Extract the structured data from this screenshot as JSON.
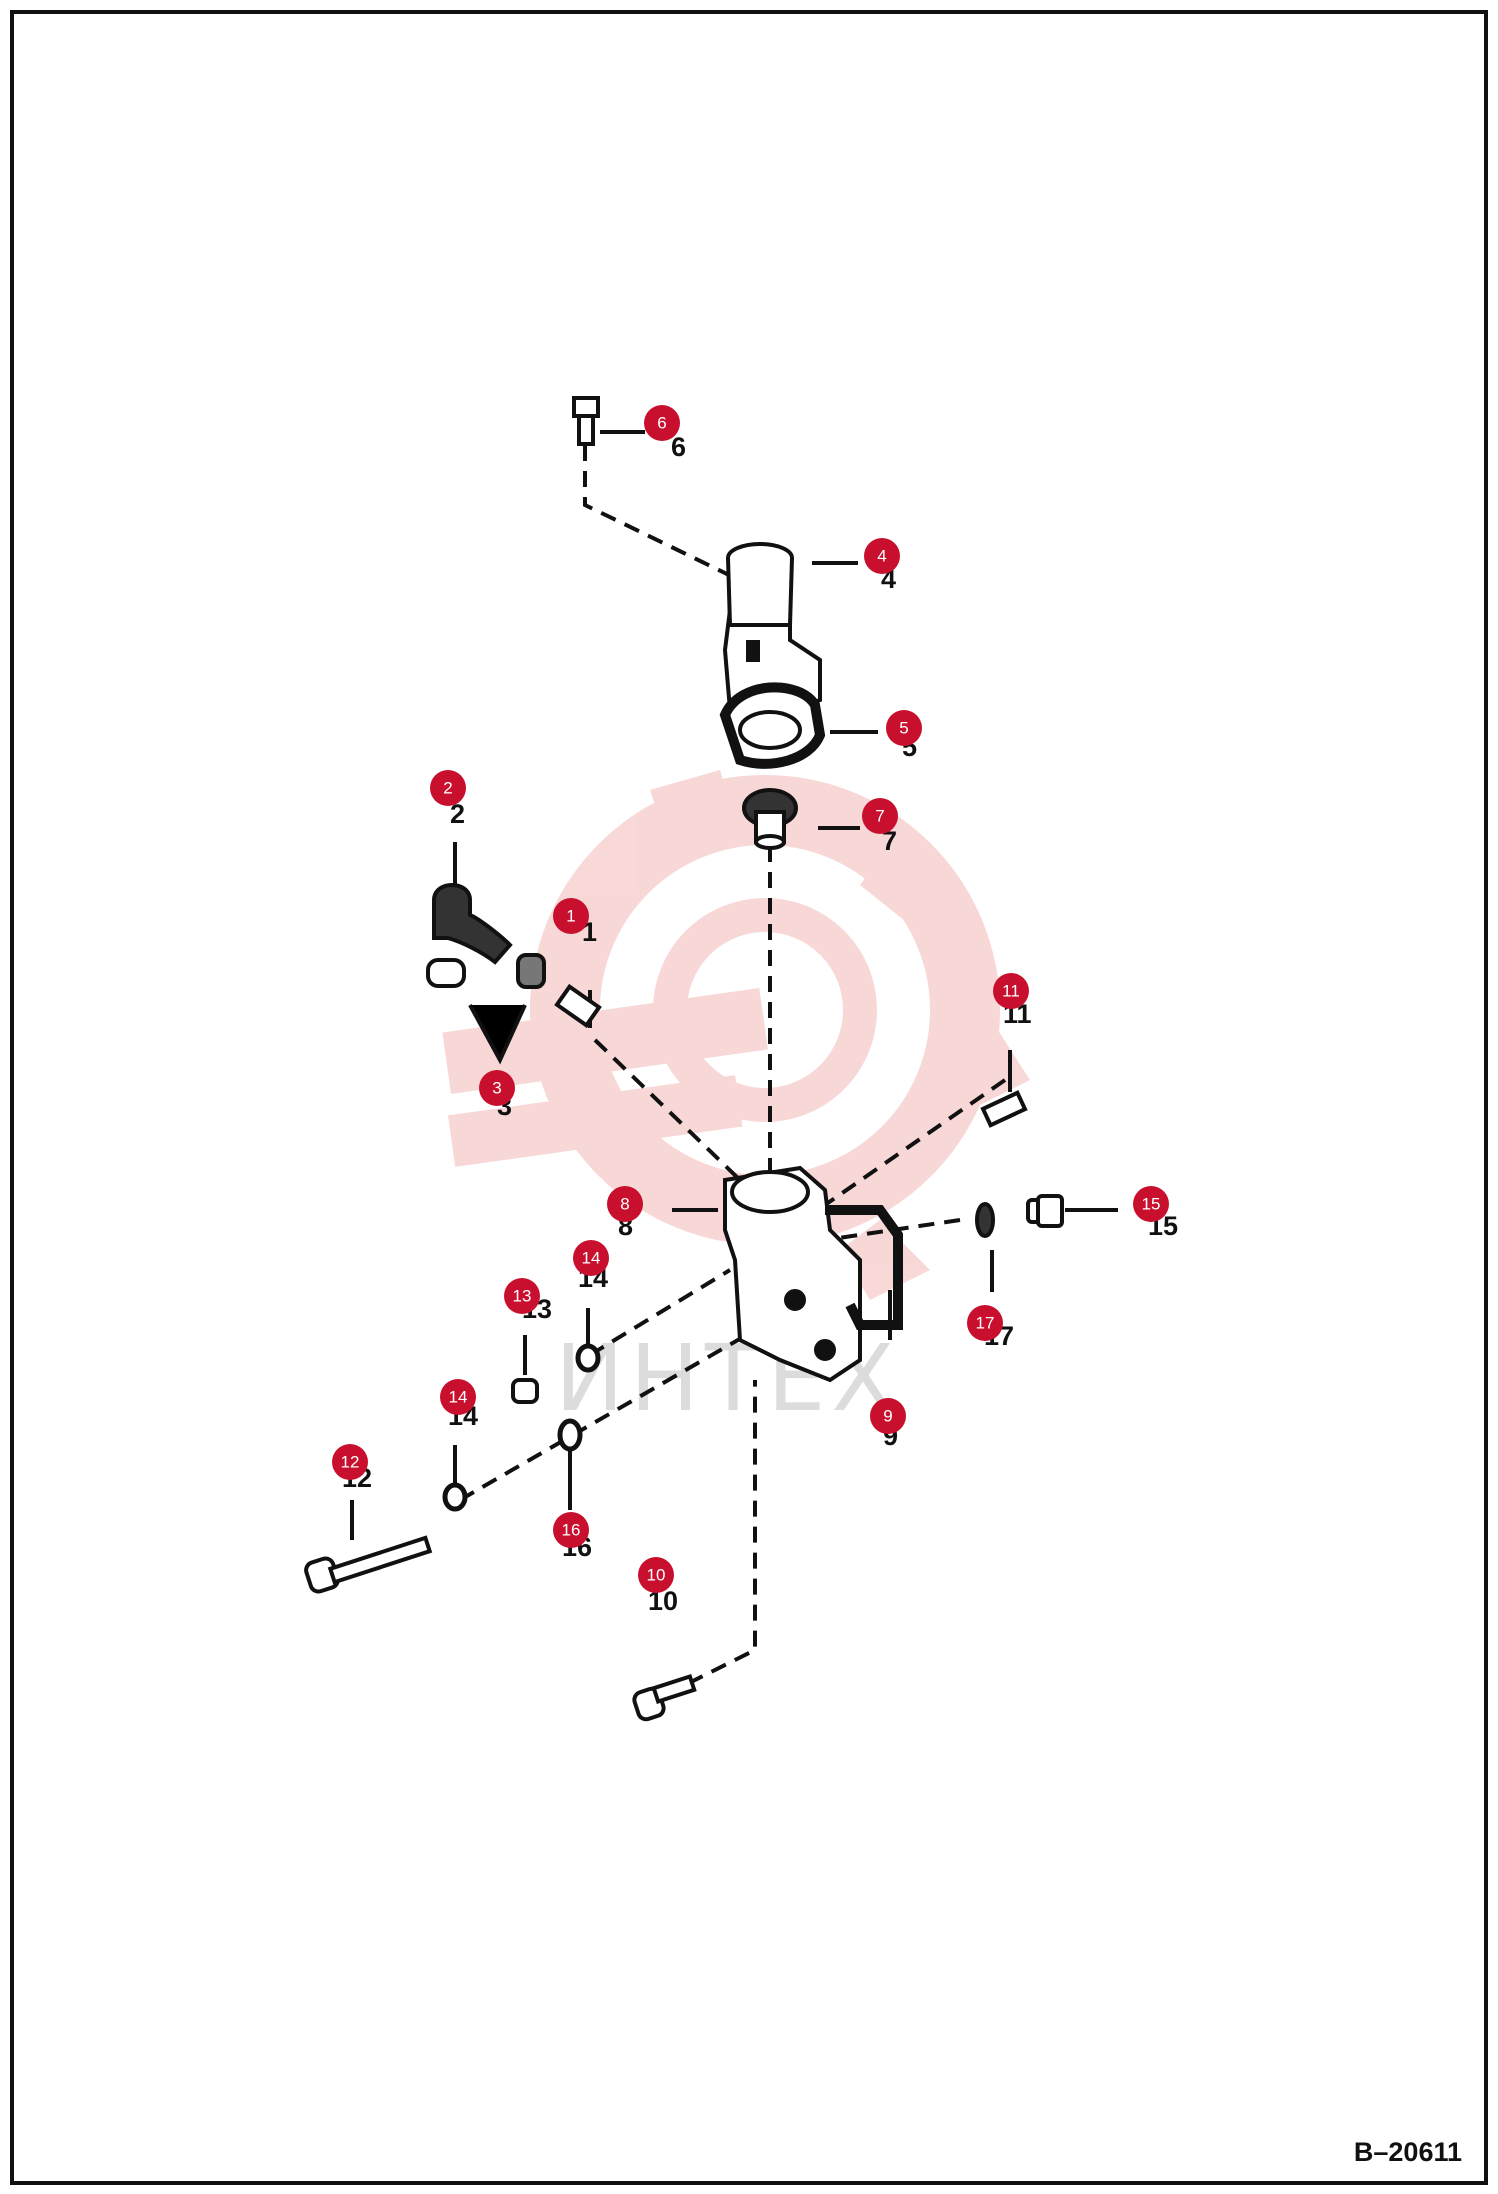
{
  "drawing_code": "B–20611",
  "watermark": {
    "text": "ИНТЕХ",
    "color": "#f4b8b8"
  },
  "colors": {
    "callout": "#c8102e",
    "line": "#111111"
  },
  "callouts": [
    "6",
    "4",
    "5",
    "2",
    "7",
    "1",
    "11",
    "3",
    "8",
    "15",
    "14",
    "13",
    "17",
    "9",
    "14",
    "12",
    "16",
    "10"
  ],
  "plain_labels": [
    "6",
    "4",
    "5",
    "2",
    "7",
    "1",
    "11",
    "3",
    "8",
    "15",
    "14",
    "13",
    "17",
    "9",
    "14",
    "12",
    "16",
    "10"
  ]
}
